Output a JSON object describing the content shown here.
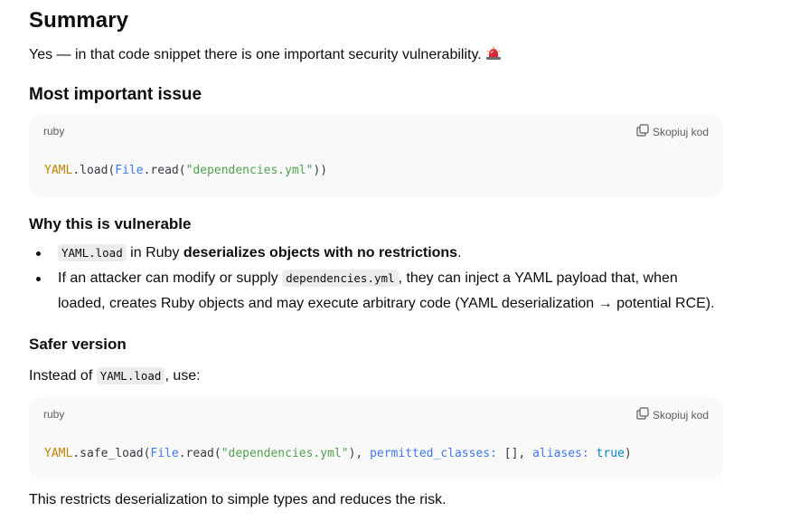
{
  "summary_heading": "Summary",
  "intro": "Yes — in that code snippet there is one important security vulnerability.",
  "intro_emoji": "rotating-light-icon",
  "most_important_heading": "Most important issue",
  "code_block_1": {
    "language": "ruby",
    "copy_label": "Skopiuj kod",
    "tokens": {
      "t1": "YAML",
      "t2": ".load(",
      "t3": "File",
      "t4": ".read(",
      "t5": "\"dependencies.yml\"",
      "t6": "))"
    }
  },
  "why_heading": "Why this is vulnerable",
  "bullets": {
    "b1_code": "YAML.load",
    "b1_mid": " in Ruby ",
    "b1_bold": "deserializes objects with no restrictions",
    "b1_end": ".",
    "b2_start": "If an attacker can modify or supply ",
    "b2_code": "dependencies.yml",
    "b2_end": ", they can inject a YAML payload that, when loaded, creates Ruby objects and may execute arbitrary code (YAML deserialization → potential RCE)."
  },
  "safer_heading": "Safer version",
  "instead": {
    "start": "Instead of ",
    "code": "YAML.load",
    "end": ", use:"
  },
  "code_block_2": {
    "language": "ruby",
    "copy_label": "Skopiuj kod",
    "tokens": {
      "t1": "YAML",
      "t2": ".safe_load(",
      "t3": "File",
      "t4": ".read(",
      "t5": "\"dependencies.yml\"",
      "t6": "), ",
      "t7": "permitted_classes:",
      "t8": " [], ",
      "t9": "aliases:",
      "t10": " ",
      "t11": "true",
      "t12": ")"
    }
  },
  "final_text": "This restricts deserialization to simple types and reduces the risk.",
  "colors": {
    "code_bg": "#f9f9f9",
    "const": "#c18401",
    "class": "#4078f2",
    "string": "#50a14f",
    "bool": "#0184bc"
  }
}
